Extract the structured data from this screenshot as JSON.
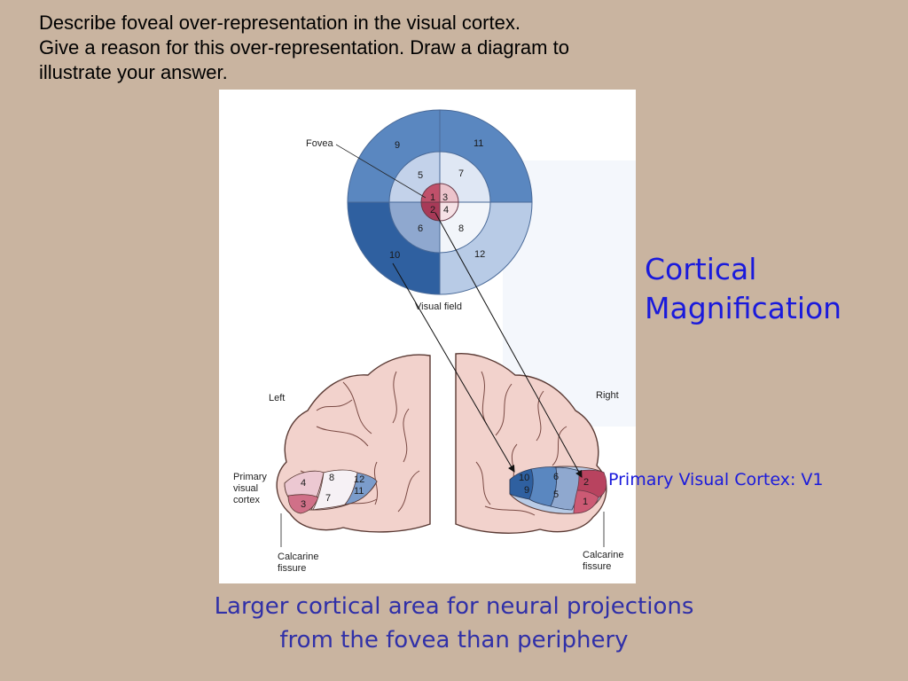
{
  "question": {
    "line1": "Describe foveal over-representation in the visual cortex.",
    "line2": "Give a reason for this over-representation. Draw a diagram to",
    "line3": "illustrate your answer."
  },
  "title": {
    "line1": "Cortical",
    "line2": "Magnification"
  },
  "v1_label": "Primary Visual Cortex: V1",
  "caption": {
    "line1": "Larger cortical area for neural projections",
    "line2": "from the fovea than periphery"
  },
  "figure": {
    "fovea_label": "Fovea",
    "visual_field_label": "Visual field",
    "left_label": "Left",
    "right_label": "Right",
    "primary_visual_cortex_label": [
      "Primary",
      "visual",
      "cortex"
    ],
    "calcarine_left": [
      "Calcarine",
      "fissure"
    ],
    "calcarine_right": [
      "Calcarine",
      "fissure"
    ],
    "field_numbers": {
      "n1": "1",
      "n2": "2",
      "n3": "3",
      "n4": "4",
      "n5": "5",
      "n6": "6",
      "n7": "7",
      "n8": "8",
      "n9": "9",
      "n10": "10",
      "n11": "11",
      "n12": "12"
    },
    "left_cortex_numbers": {
      "a": "4",
      "b": "3",
      "c": "8",
      "d": "7",
      "e": "12",
      "f": "11"
    },
    "right_cortex_numbers": {
      "a": "10",
      "b": "9",
      "c": "6",
      "d": "5",
      "e": "2",
      "f": "1"
    }
  },
  "colors": {
    "background": "#c9b4a0",
    "title_blue": "#1a1adc",
    "caption_blue": "#3030a8",
    "fovea_red": "#c0506a",
    "dark_blue": "#3565a5",
    "mid_blue": "#5a87c0",
    "light_blue": "#b8cbe6",
    "brain_pink": "#f2d2cc"
  }
}
